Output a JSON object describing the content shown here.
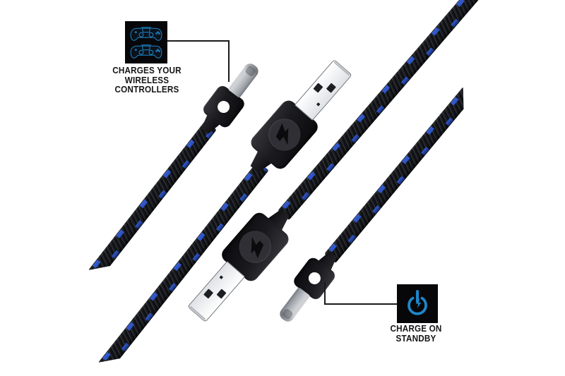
{
  "image": {
    "type": "product-photo",
    "subject": "Two braided black-and-blue charging cables, each with a USB-A plug (branded housing) and a USB-C plug"
  },
  "callouts": {
    "controllers": {
      "icon": "dual-gamepad-icon",
      "lines": [
        "CHARGES YOUR",
        "WIRELESS",
        "CONTROLLERS"
      ]
    },
    "standby": {
      "icon": "power-standby-icon",
      "lines": [
        "CHARGE ON",
        "STANDBY"
      ]
    }
  },
  "colors": {
    "background": "#ffffff",
    "accent_blue": "#1e87cb",
    "cable_blue": "#2e55c8",
    "callout_box": "#070709",
    "text": "#151515",
    "line": "#1a1a1a"
  }
}
